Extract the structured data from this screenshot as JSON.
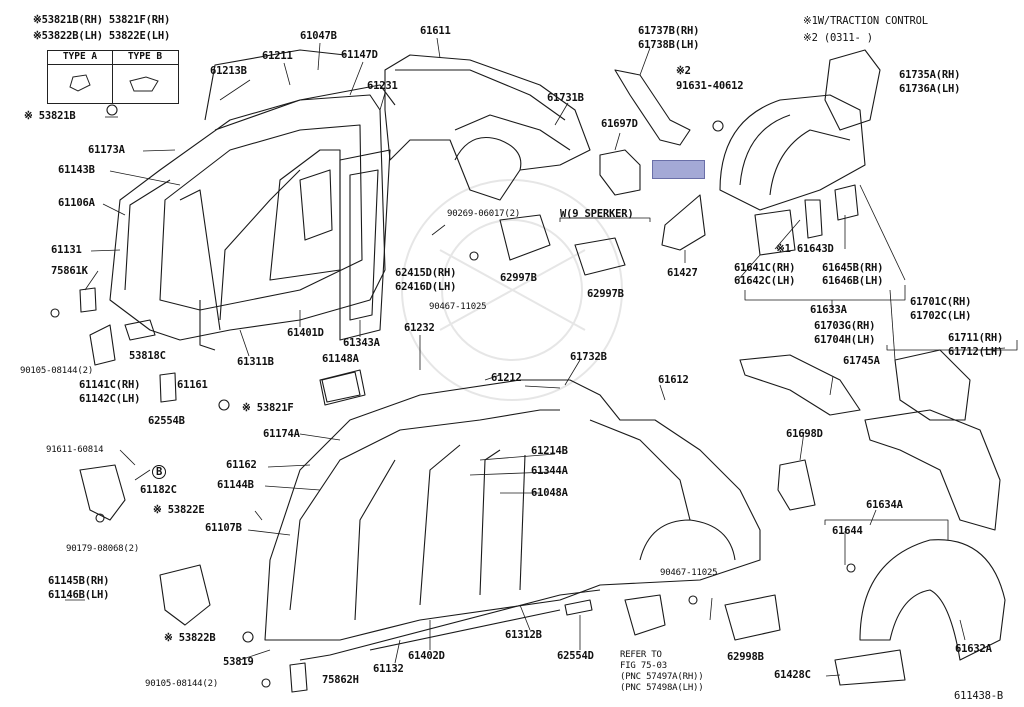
{
  "notes": {
    "note1_line1": "※53821B(RH)  53821F(RH)",
    "note1_line2": "※53822B(LH)  53822E(LH)",
    "note_w": "※1W/TRACTION CONTROL",
    "note_2": "※2 (0311-      )"
  },
  "legend": {
    "type_a": "TYPE A",
    "type_b": "TYPE B"
  },
  "footer": {
    "diagram_id": "611438-B"
  },
  "labels": {
    "p61213B": "61213B",
    "p61211": "61211",
    "p61047B": "61047B",
    "p61147D": "61147D",
    "p61231": "61231",
    "p61611": "61611",
    "p61737B": "61737B(RH)",
    "p61738B": "61738B(LH)",
    "p2_91631": "※2",
    "p91631": "91631-40612",
    "p61731B": "61731B",
    "p61697D": "61697D",
    "p61735A": "61735A(RH)",
    "p61736A": "61736A(LH)",
    "p53821B": "※ 53821B",
    "p61173A": "61173A",
    "p61143B": "61143B",
    "p61106A": "61106A",
    "p61131": "61131",
    "p75861K": "75861K",
    "p90105a": "90105-08144(2)",
    "p61141C": "61141C(RH)",
    "p61142C": "61142C(LH)",
    "p53818C": "53818C",
    "p61161": "61161",
    "p62554B": "62554B",
    "p53821F": "※ 53821F",
    "p61311B": "61311B",
    "p61401D": "61401D",
    "p61343A": "61343A",
    "p62415D": "62415D(RH)",
    "p62416D": "62416D(LH)",
    "p90467a": "90467-11025",
    "p90269": "90269-06017(2)",
    "p62997Ba": "62997B",
    "pW9": "W(9 SPERKER)",
    "p62997Bb": "62997B",
    "p61427": "61427",
    "p1_61643D": "※1 61643D",
    "p61641C": "61641C(RH)",
    "p61642C": "61642C(LH)",
    "p61645B": "61645B(RH)",
    "p61646B": "61646B(LH)",
    "p61633A": "61633A",
    "p61701C": "61701C(RH)",
    "p61702C": "61702C(LH)",
    "p61703G": "61703G(RH)",
    "p61704H": "61704H(LH)",
    "p61711": "61711(RH)",
    "p61712": "61712(LH)",
    "p61745A": "61745A",
    "p61698D": "61698D",
    "p61148A": "61148A",
    "p61232": "61232",
    "p61732B": "61732B",
    "p61212": "61212",
    "p61612": "61612",
    "p91611": "91611-60814",
    "pB": "B",
    "p61182C": "61182C",
    "p61174A": "61174A",
    "p61162": "61162",
    "p61144B": "61144B",
    "p53822E": "※ 53822E",
    "p61107B": "61107B",
    "p90179": "90179-08068(2)",
    "p61214B": "61214B",
    "p61344A": "61344A",
    "p61048A": "61048A",
    "p61634A": "61634A",
    "p61644": "61644",
    "p61145B": "61145B(RH)",
    "p61146B": "61146B(LH)",
    "p53822B": "※ 53822B",
    "p53819": "53819",
    "p90105b": "90105-08144(2)",
    "p75862H": "75862H",
    "p61132": "61132",
    "p61402D": "61402D",
    "p61312B": "61312B",
    "p62554D": "62554D",
    "p90467b": "90467-11025",
    "p62998B": "62998B",
    "pRefer1": "REFER TO",
    "pRefer2": "FIG 75-03",
    "pRefer3": "(PNC 57497A(RH))",
    "pRefer4": "(PNC 57498A(LH))",
    "p61428C": "61428C",
    "p61632A": "61632A"
  }
}
